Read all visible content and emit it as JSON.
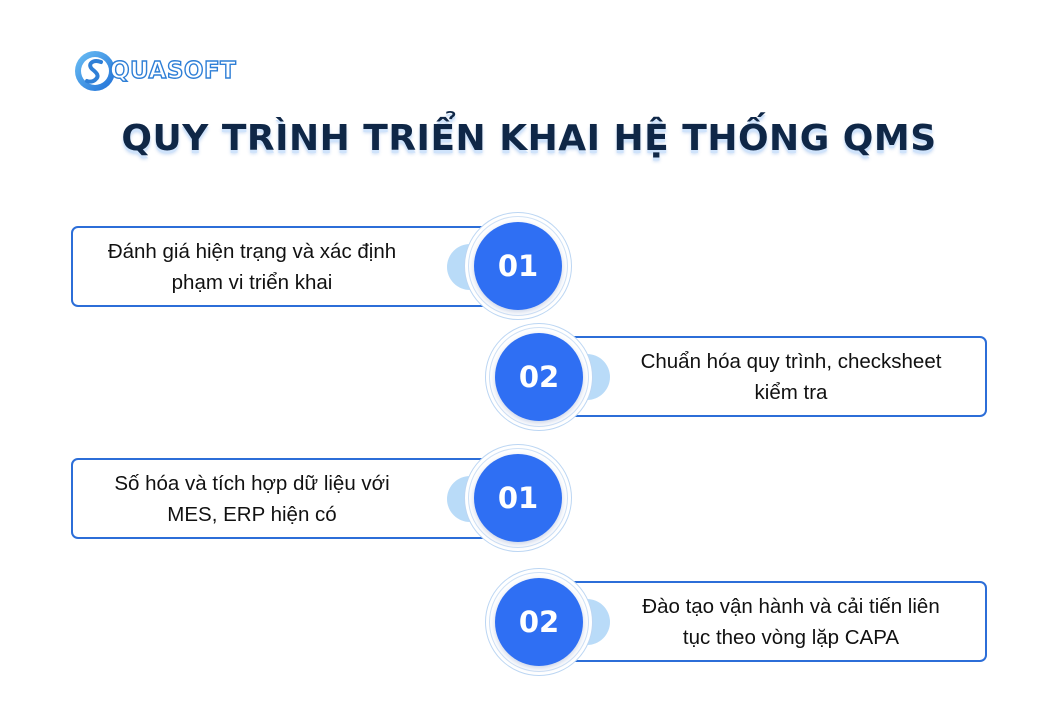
{
  "brand": {
    "logo_text": "QUASOFT",
    "accent": "#2f6ff3",
    "border": "#2c6ed8",
    "pill": "#b9dbf8"
  },
  "title": "QUY TRÌNH TRIỂN KHAI HỆ THỐNG QMS",
  "steps": [
    {
      "number": "01",
      "side": "left",
      "lines": [
        "Đánh giá hiện trạng và xác định",
        "phạm vi triển khai"
      ]
    },
    {
      "number": "02",
      "side": "right",
      "lines": [
        "Chuẩn hóa quy trình, checksheet",
        "kiểm tra"
      ]
    },
    {
      "number": "01",
      "side": "left",
      "lines": [
        "Số hóa và tích hợp dữ liệu với",
        "MES, ERP hiện có"
      ]
    },
    {
      "number": "02",
      "side": "right",
      "lines": [
        "Đào tạo vận hành và cải tiến liên",
        "tục theo vòng lặp CAPA"
      ]
    }
  ]
}
